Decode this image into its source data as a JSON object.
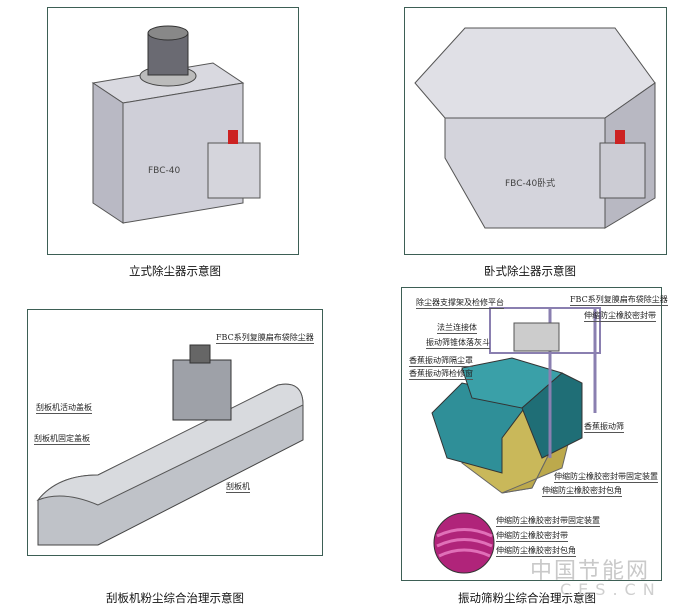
{
  "figures": [
    {
      "caption": "立式除尘器示意图",
      "machine_text": "FBC-40"
    },
    {
      "caption": "卧式除尘器示意图",
      "machine_text": "FBC-40卧式"
    },
    {
      "caption": "刮板机粉尘综合治理示意图",
      "labels": [
        "FBC系列复膜扁布袋除尘器",
        "刮板机活动盖板",
        "刮板机固定盖板",
        "刮板机"
      ]
    },
    {
      "caption": "振动筛粉尘综合治理示意图",
      "labels": [
        "除尘器支撑架及检修平台",
        "FBC系列复膜扁布袋除尘器",
        "伸缩防尘橡胶密封带",
        "法兰连接体",
        "振动筛锥体落灰斗",
        "香蕉振动筛隔尘罩",
        "香蕉振动筛检修窗",
        "香蕉振动筛",
        "伸缩防尘橡胶密封带固定装置",
        "伸缩防尘橡胶密封包角"
      ],
      "inset_labels": [
        "伸缩防尘橡胶密封带固定装置",
        "伸缩防尘橡胶密封带",
        "伸缩防尘橡胶密封包角"
      ]
    }
  ],
  "watermark": {
    "cn": "中国节能网",
    "en": "CES.CN"
  }
}
